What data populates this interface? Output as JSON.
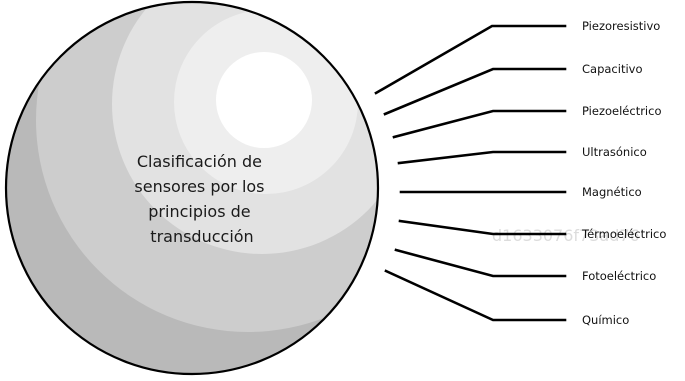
{
  "center": {
    "lines": [
      "Clasificación de",
      "sensores por los",
      "principios de",
      "transducción"
    ]
  },
  "branches": [
    "Piezoresistivo",
    "Capacitivo",
    "Piezoeléctrico",
    "Ultrasónico",
    "Magnético",
    "Térmoeléctrico",
    "Fotoeléctrico",
    "Químico"
  ],
  "watermark": "d1633076f73ad76",
  "colors": {
    "sphere_outer": "#b9b9b9",
    "sphere_mid": "#cdcdcd",
    "sphere_inner": "#e2e2e2",
    "sphere_highlight": "#ffffff",
    "outline": "#000000"
  }
}
